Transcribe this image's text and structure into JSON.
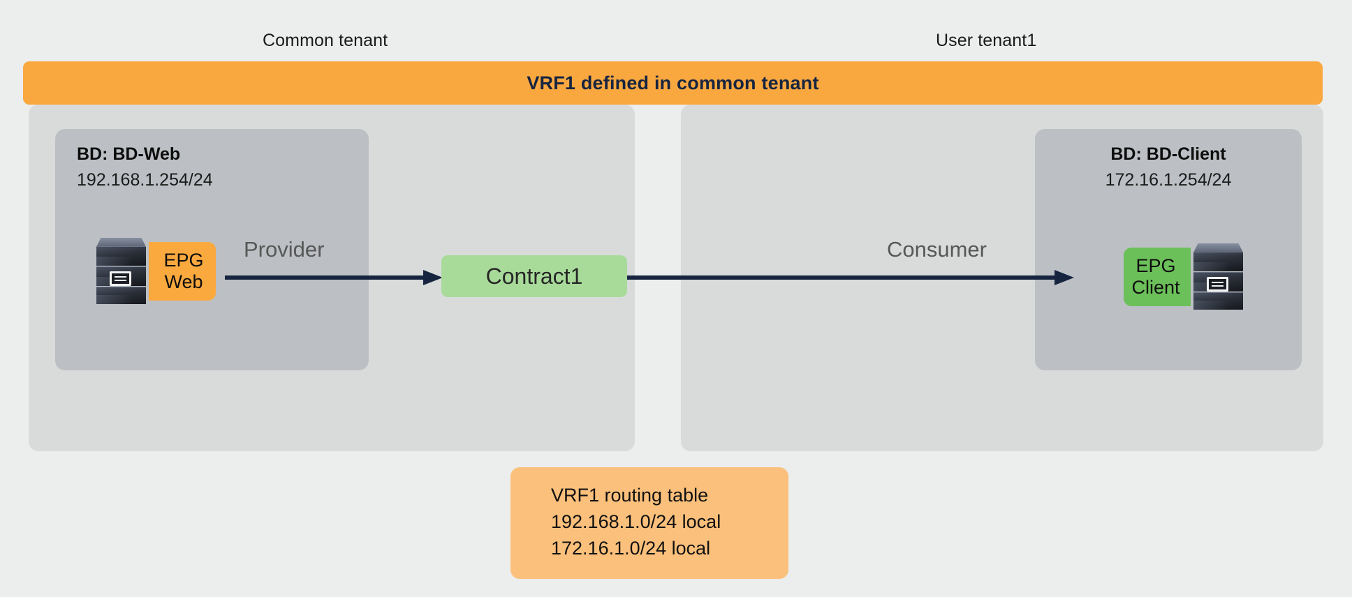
{
  "diagram": {
    "tenants": [
      {
        "caption": "Common tenant"
      },
      {
        "caption": "User tenant1"
      }
    ],
    "vrf_banner": {
      "label": "VRF1 defined in common tenant",
      "color": "#F9A840"
    },
    "bridge_domains": [
      {
        "title": "BD: BD-Web",
        "subnet": "192.168.1.254/24",
        "epg": {
          "line1": "EPG",
          "line2": "Web",
          "color": "#FAA93F"
        }
      },
      {
        "title": "BD: BD-Client",
        "subnet": "172.16.1.254/24",
        "epg": {
          "line1": "EPG",
          "line2": "Client",
          "color": "#6CC05A"
        }
      }
    ],
    "contract": {
      "label": "Contract1",
      "color": "#A8DB9A"
    },
    "relations": [
      {
        "label": "Provider",
        "arrow_color": "#16243F"
      },
      {
        "label": "Consumer",
        "arrow_color": "#16243F"
      }
    ],
    "routing_table": {
      "title": "VRF1 routing table",
      "routes": [
        "192.168.1.0/24 local",
        "172.16.1.0/24 local"
      ],
      "color": "#FBC07B"
    }
  }
}
